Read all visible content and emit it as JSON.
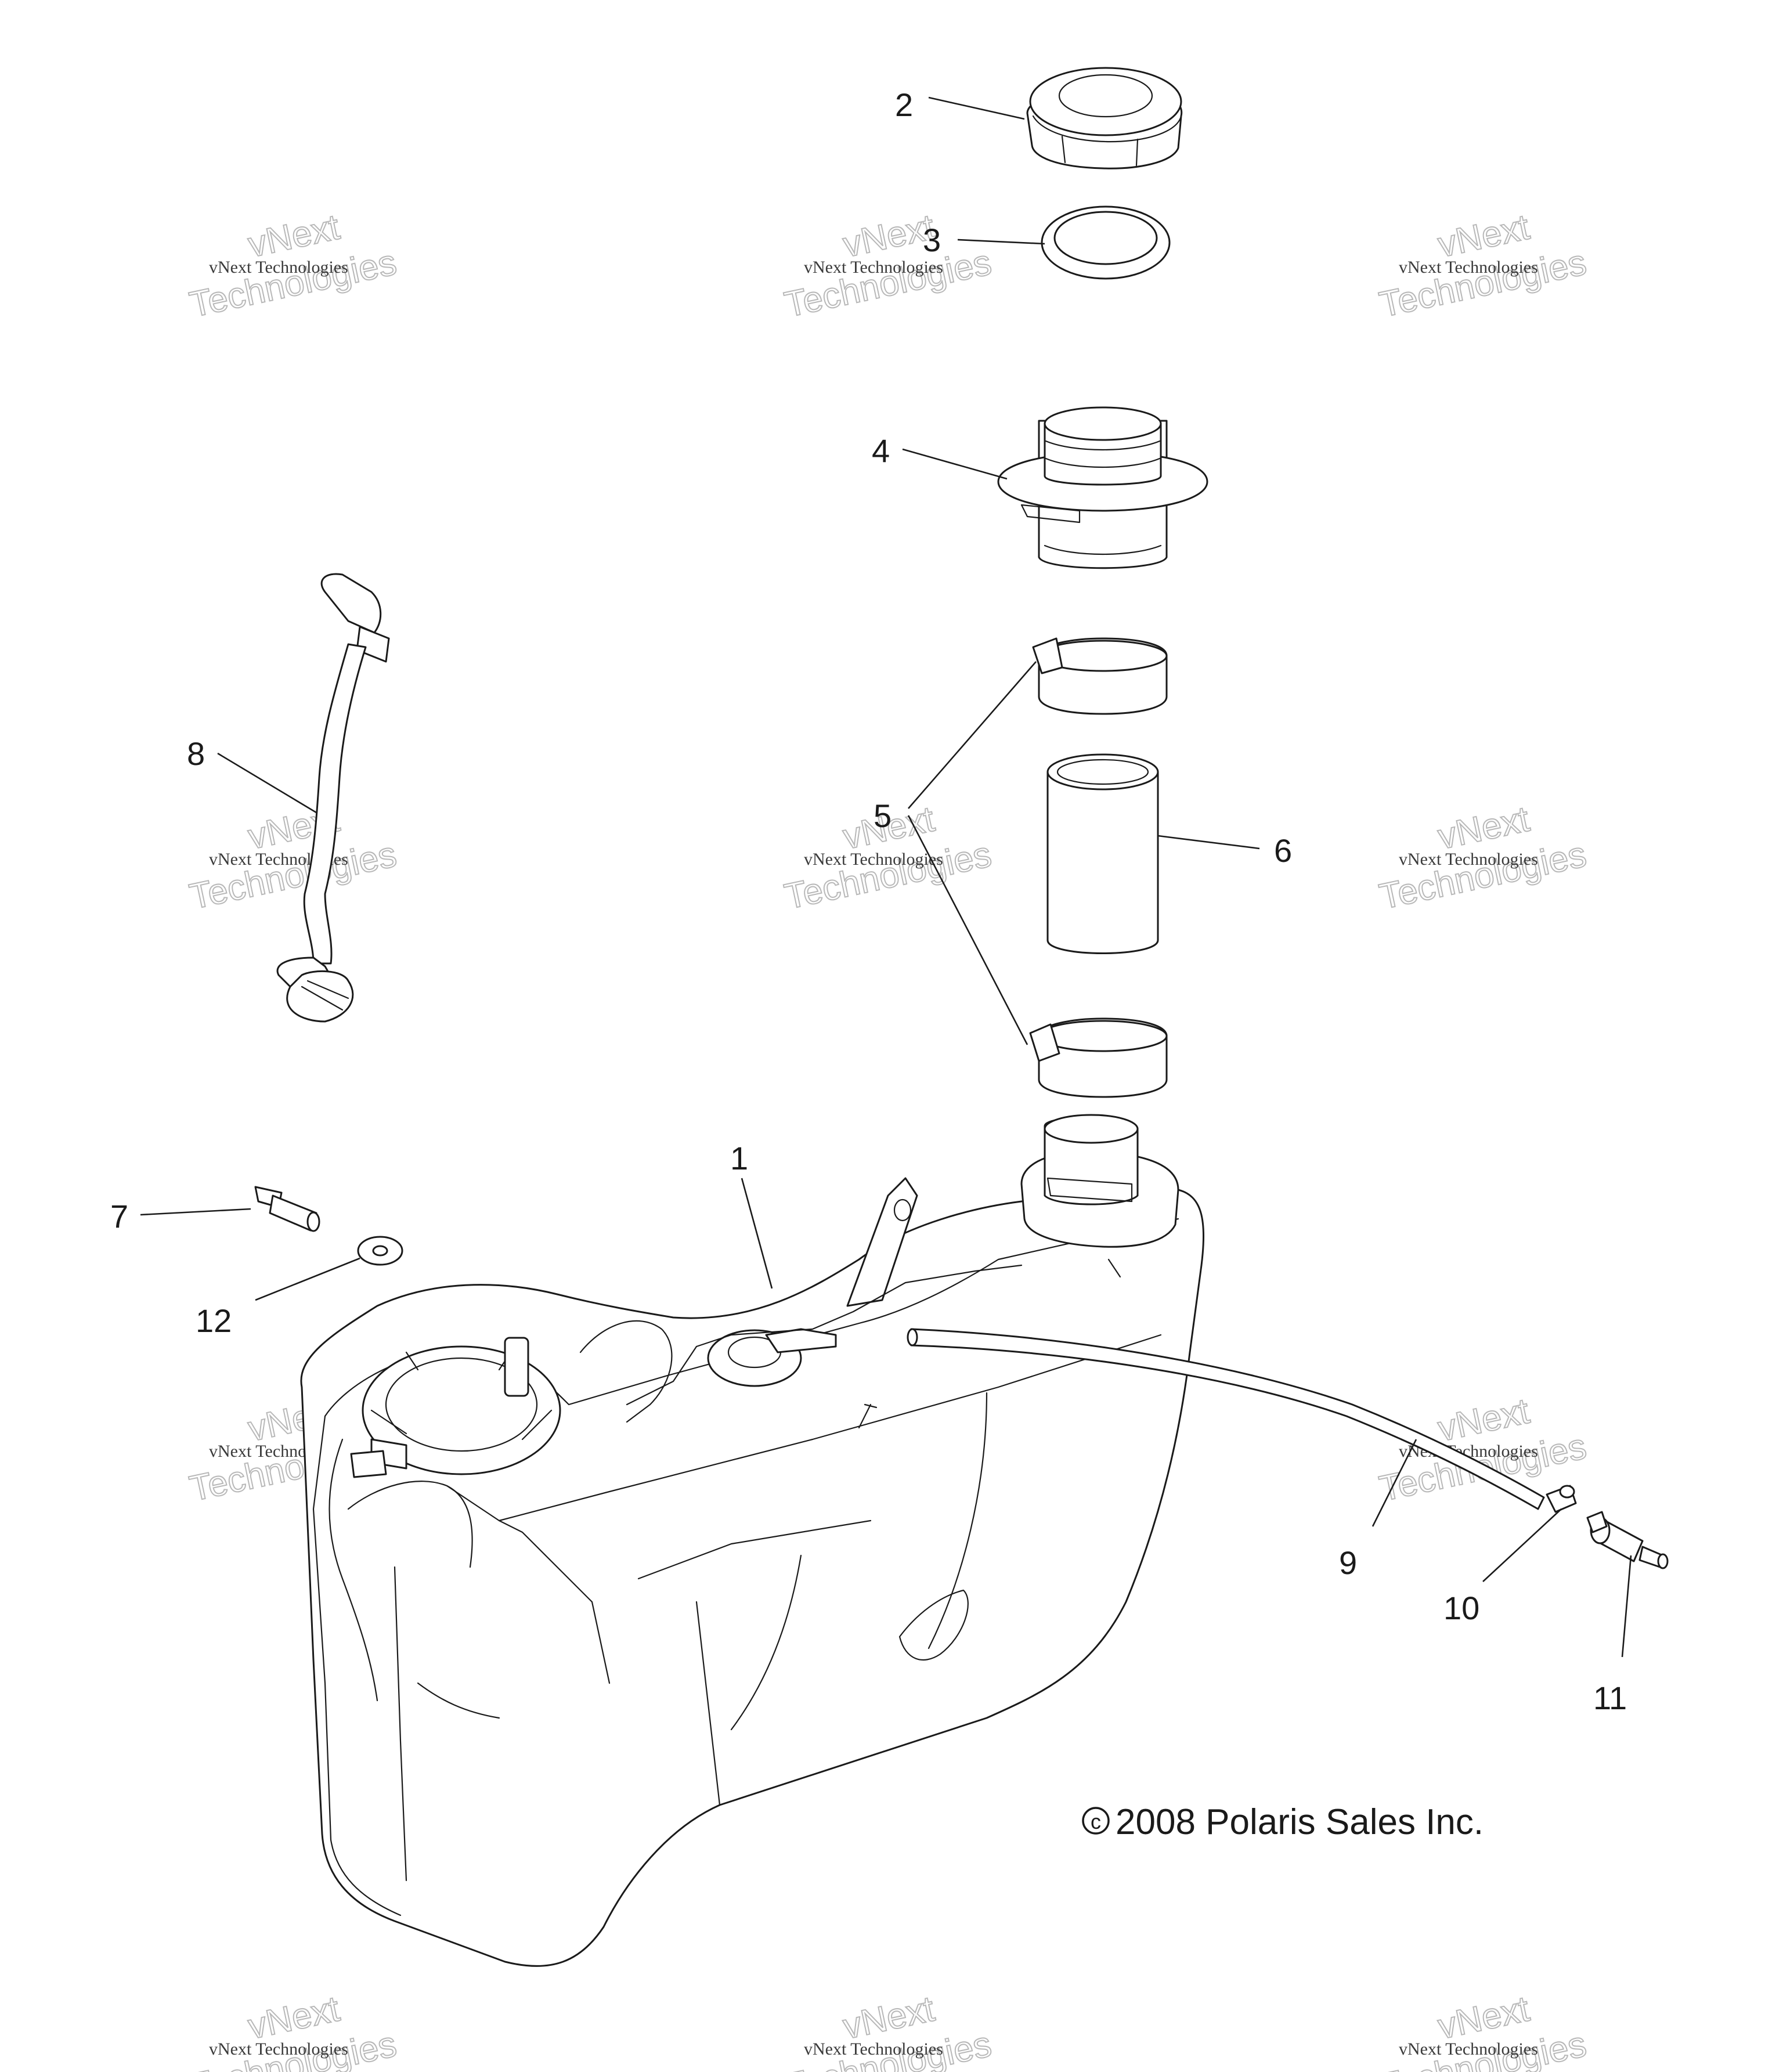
{
  "callouts": [
    {
      "id": "1",
      "label": "1"
    },
    {
      "id": "2",
      "label": "2"
    },
    {
      "id": "3",
      "label": "3"
    },
    {
      "id": "4",
      "label": "4"
    },
    {
      "id": "5",
      "label": "5"
    },
    {
      "id": "6",
      "label": "6"
    },
    {
      "id": "7",
      "label": "7"
    },
    {
      "id": "8",
      "label": "8"
    },
    {
      "id": "9",
      "label": "9"
    },
    {
      "id": "10",
      "label": "10"
    },
    {
      "id": "11",
      "label": "11"
    },
    {
      "id": "12",
      "label": "12"
    }
  ],
  "copyright": "2008 Polaris Sales Inc.",
  "watermark": {
    "line1": "vNext",
    "line2": "Technologies",
    "small": "vNext Technologies"
  },
  "colors": {
    "line": "#1a1a1a",
    "background": "#ffffff",
    "watermark": "#b8b8b8"
  }
}
